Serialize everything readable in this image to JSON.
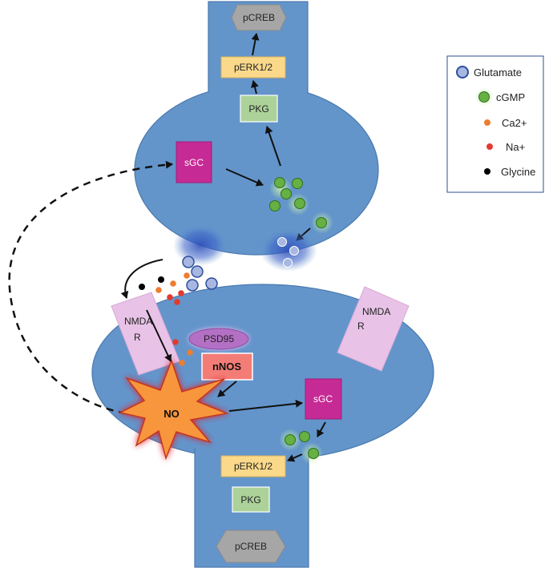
{
  "colors": {
    "neuron": "#6395cb",
    "neuron_stroke": "#4a79ad",
    "sgc": "#c62a94",
    "pkg": "#acd29a",
    "perk": "#fbd98a",
    "pcreb": "#a6a6a6",
    "nmda": "#e9c3e7",
    "psd95": "#b46fc5",
    "nnos": "#f47c77",
    "no_fill": "#f7963c",
    "glutamate": "#a7b7e2",
    "cgmp": "#66b044",
    "ca": "#ed7d31",
    "na": "#e33a2f",
    "glycine": "#000000"
  },
  "presynaptic": {
    "pcreb": "pCREB",
    "perk": "pERK1/2",
    "pkg": "PKG",
    "sgc": "sGC"
  },
  "postsynaptic": {
    "nmda_left": [
      "NMDA",
      "R"
    ],
    "nmda_right": [
      "NMDA",
      "R"
    ],
    "psd95": "PSD95",
    "nnos": "nNOS",
    "no": "NO",
    "sgc": "sGC",
    "perk": "pERK1/2",
    "pkg": "PKG",
    "pcreb": "pCREB"
  },
  "legend": {
    "items": [
      {
        "label": "Glutamate",
        "icon": "glutamate-icon"
      },
      {
        "label": "cGMP",
        "icon": "cgmp-icon"
      },
      {
        "label": "Ca2+",
        "icon": "calcium-icon"
      },
      {
        "label": "Na+",
        "icon": "sodium-icon"
      },
      {
        "label": "Glycine",
        "icon": "glycine-icon"
      }
    ]
  }
}
